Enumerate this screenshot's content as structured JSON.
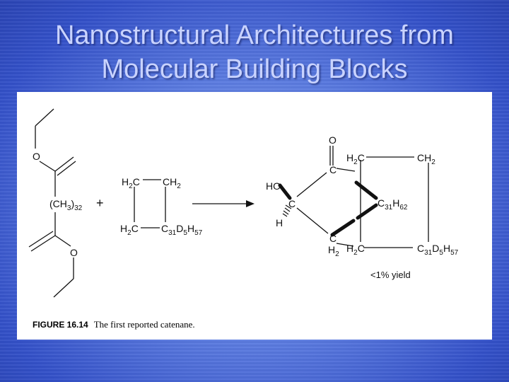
{
  "slide": {
    "title_line1": "Nanostructural Architectures from",
    "title_line2": "Molecular Building Blocks"
  },
  "figure": {
    "caption_label": "FIGURE 16.14",
    "caption_text": "The first reported catenane.",
    "reactant1": {
      "o_top": "O",
      "chain": "(CH",
      "chain_sub": "3",
      "chain_close": ")",
      "chain_n": "32",
      "o_bottom": "O"
    },
    "plus": "+",
    "reactant2": {
      "h2c_top": "H",
      "h2c_top_sub": "2",
      "h2c_top_c": "C",
      "ch2_top": "CH",
      "ch2_top_sub": "2",
      "h2c_bot": "H",
      "h2c_bot_sub": "2",
      "h2c_bot_c": "C",
      "c31": "C",
      "c31_sub": "31",
      "d": "D",
      "d_sub": "5",
      "h": "H",
      "h_sub": "57"
    },
    "product": {
      "o": "O",
      "c_top": "C",
      "ho": "HO",
      "c_mid": "C",
      "h": "H",
      "c_bot": "C",
      "h2_bot": "H",
      "h2_bot_sub": "2",
      "h2c_tl": "H",
      "h2c_tl_sub": "2",
      "h2c_tl_c": "C",
      "ch2_tr": "CH",
      "ch2_tr_sub": "2",
      "c31h62": "C",
      "c31h62_sub1": "31",
      "c31h62_h": "H",
      "c31h62_sub2": "62",
      "h2c_bl": "H",
      "h2c_bl_sub": "2",
      "h2c_bl_c": "C",
      "c31d5h57": "C",
      "c31d5h57_sub1": "31",
      "c31d5h57_d": "D",
      "c31d5h57_sub2": "5",
      "c31d5h57_h": "H",
      "c31d5h57_sub3": "57"
    },
    "yield": "<1% yield"
  }
}
